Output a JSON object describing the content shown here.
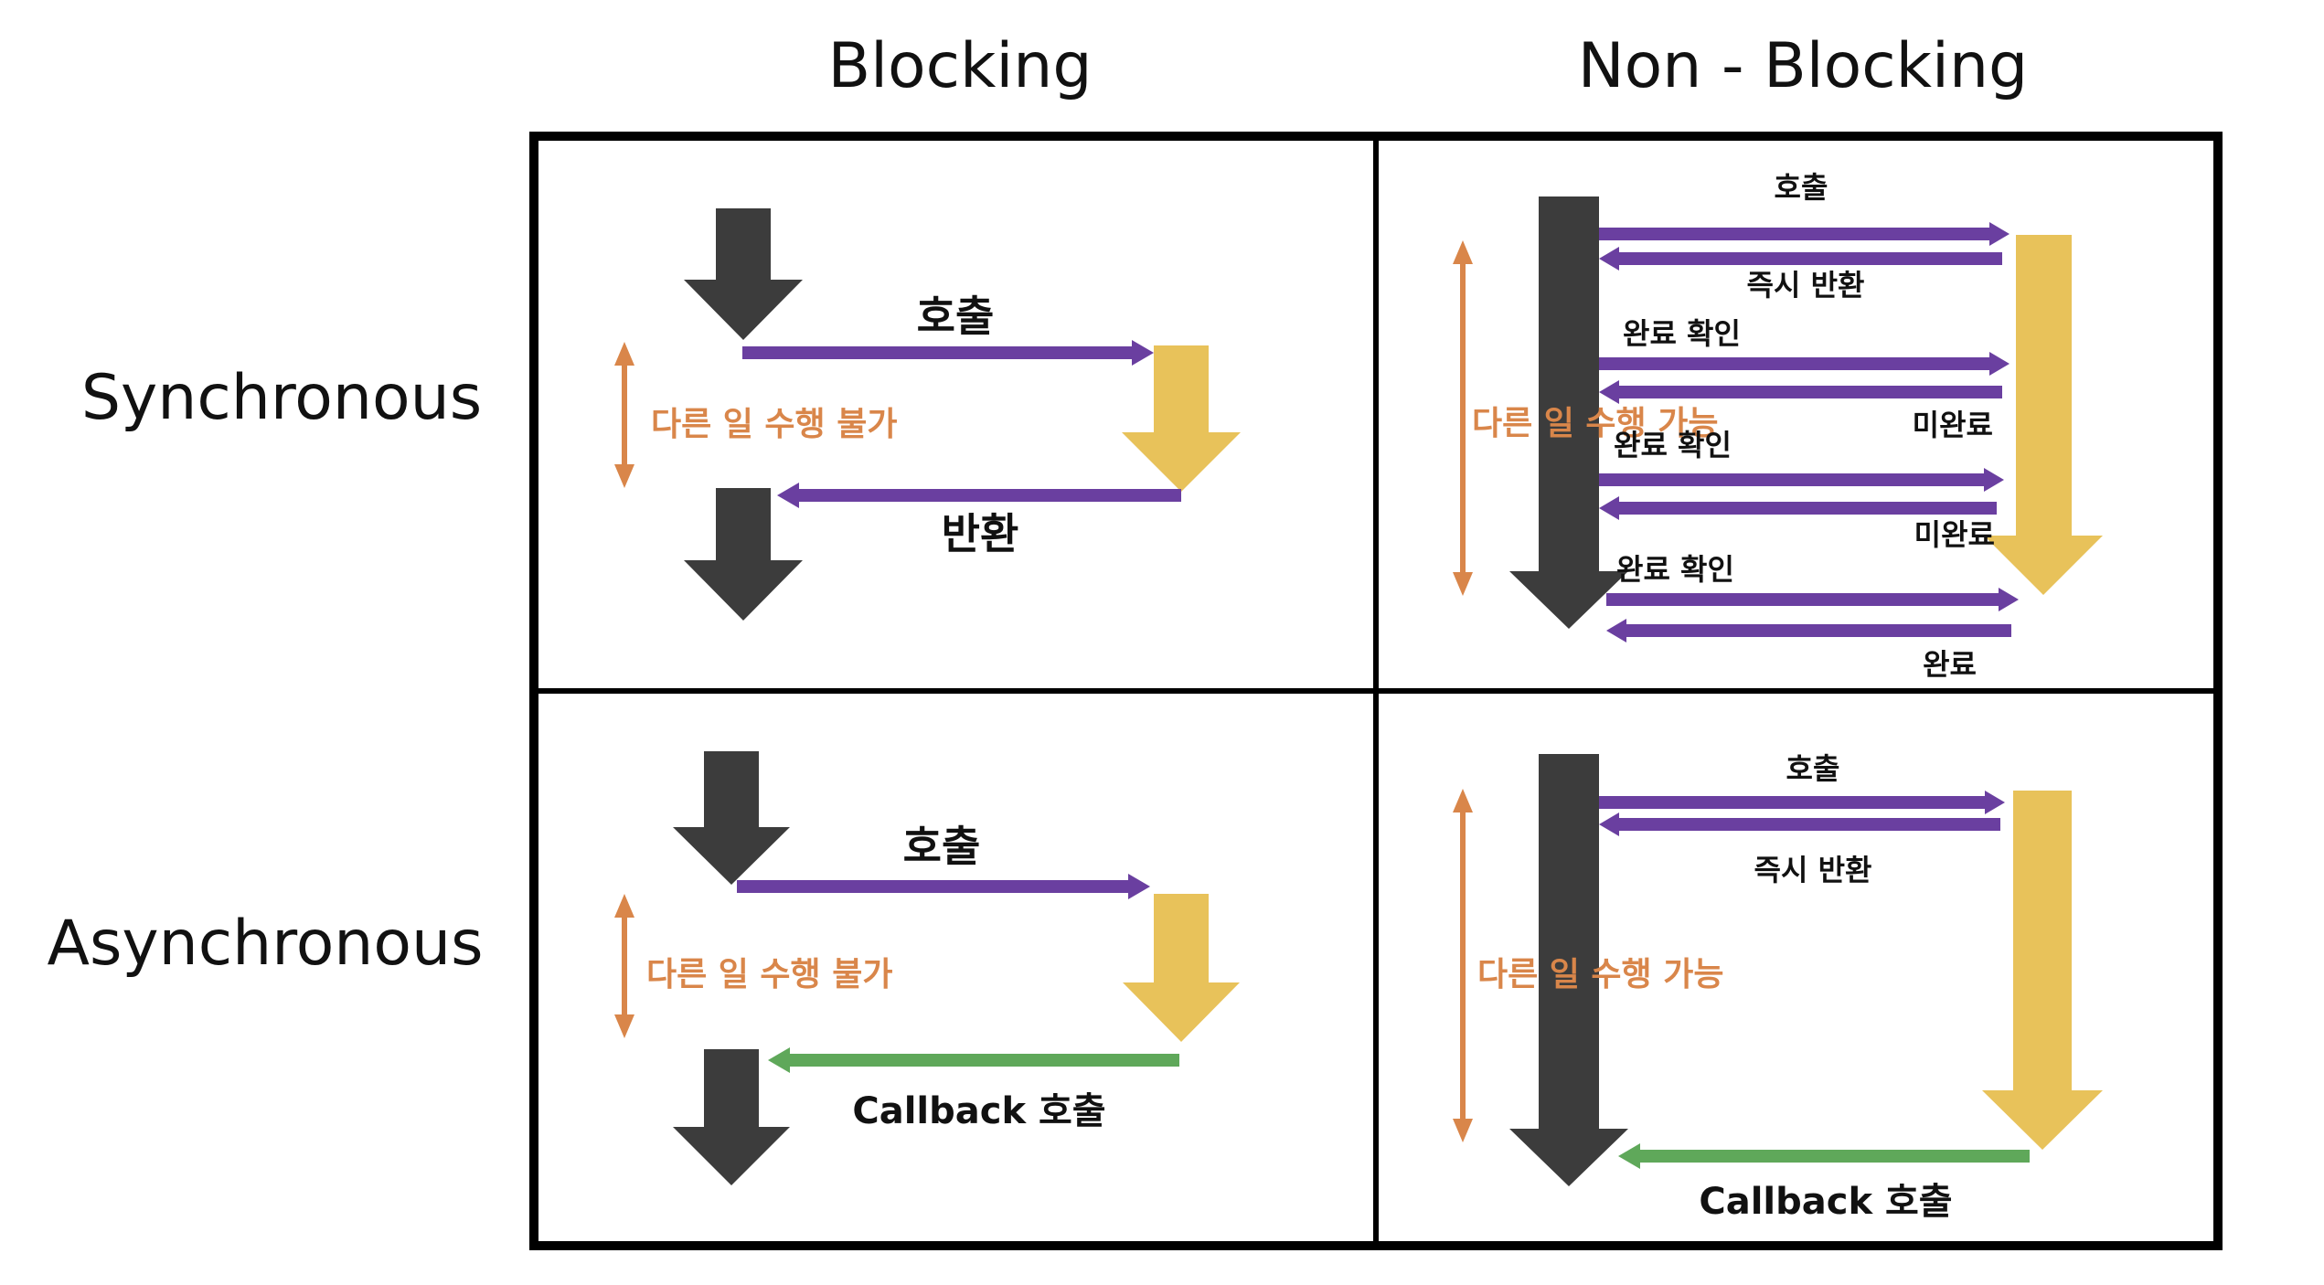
{
  "headers": {
    "columns": [
      "Blocking",
      "Non - Blocking"
    ],
    "rows": [
      "Synchronous",
      "Asynchronous"
    ]
  },
  "colors": {
    "grid": "#000000",
    "caller_arrow": "#3c3c3c",
    "callee_arrow": "#e8c25a",
    "call_arrow": "#6a3fa0",
    "callback_arrow": "#5fa85a",
    "duration_arrow": "#d9864a",
    "duration_text": "#d9864a"
  },
  "cells": {
    "sync_blocking": {
      "call": "호출",
      "return": "반환",
      "duration": "다른 일 수행 불가"
    },
    "sync_nonblocking": {
      "call": "호출",
      "immediate_return": "즉시 반환",
      "check_1": "완료 확인",
      "check_2": "완료 확인",
      "check_3": "완료 확인",
      "incomplete_1": "미완료",
      "incomplete_2": "미완료",
      "complete": "완료",
      "duration": "다른 일 수행 가능"
    },
    "async_blocking": {
      "call": "호출",
      "callback": "Callback 호출",
      "duration": "다른 일 수행 불가"
    },
    "async_nonblocking": {
      "call": "호출",
      "immediate_return": "즉시 반환",
      "callback": "Callback 호출",
      "duration": "다른 일 수행 가능"
    }
  }
}
